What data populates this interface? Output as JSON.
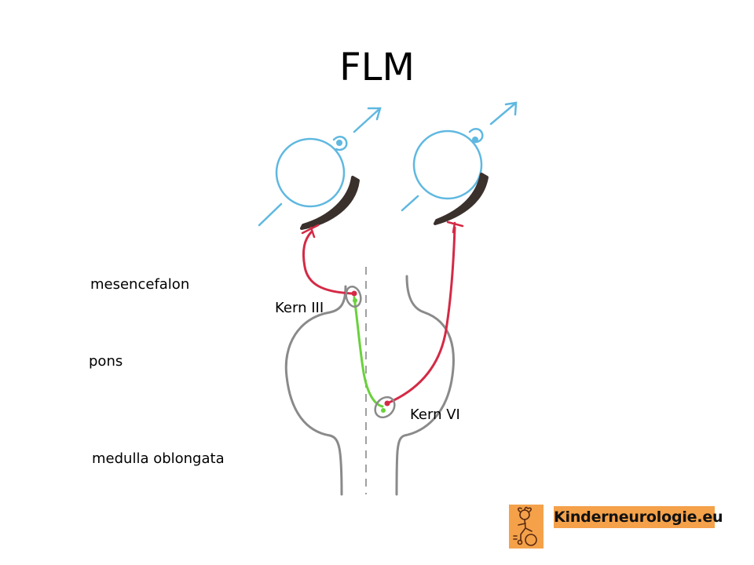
{
  "title": "FLM",
  "labels": {
    "mesencefalon": "mesencefalon",
    "pons": "pons",
    "medulla": "medulla oblongata",
    "kern3": "Kern III",
    "kern6": "Kern VI"
  },
  "logo": {
    "text": "Kinderneurologie.eu"
  },
  "colors": {
    "eye": "#5fb8e0",
    "muscle": "#3a302c",
    "nerve": "#d42a45",
    "flm": "#6ad13c",
    "brainstem": "#8a8a8a",
    "logo": "#f4a14a"
  }
}
